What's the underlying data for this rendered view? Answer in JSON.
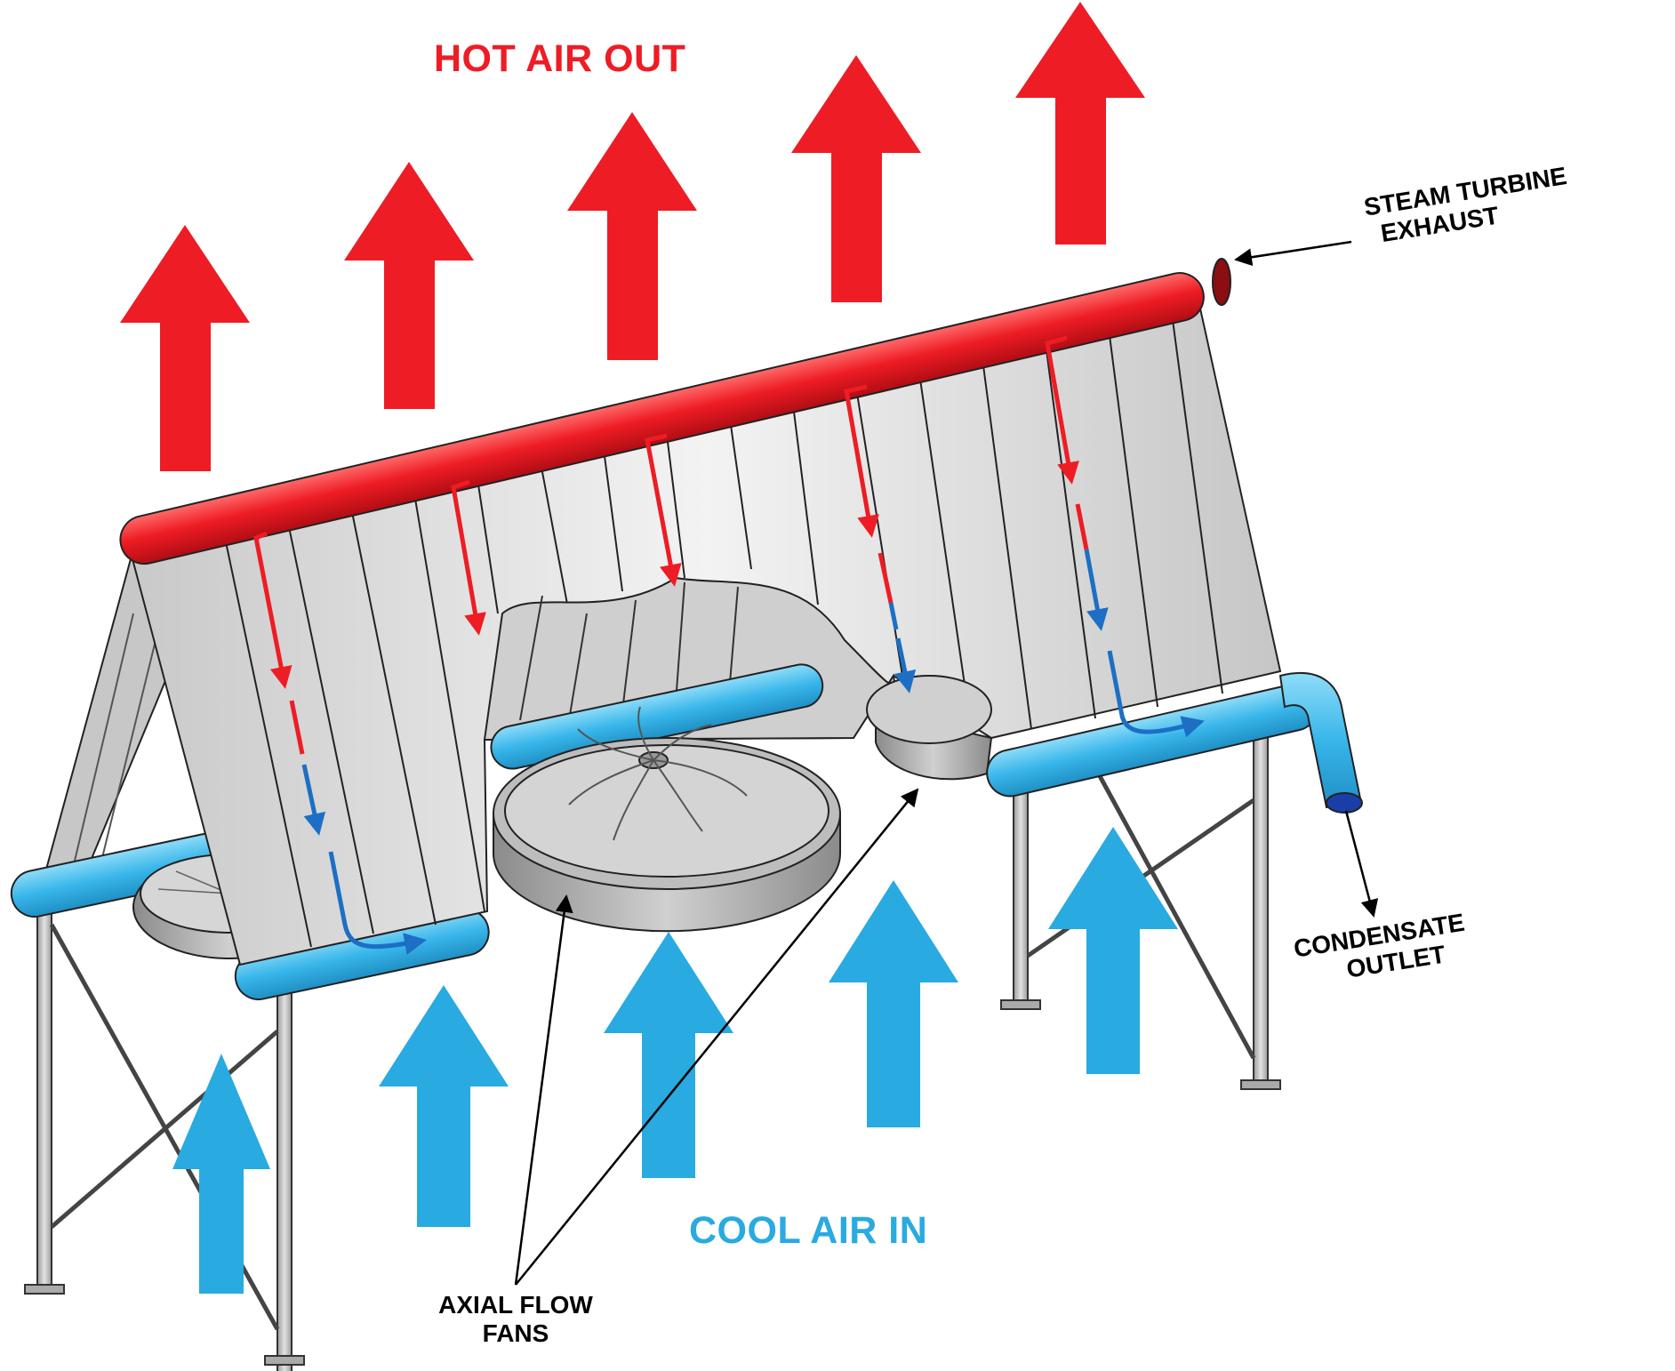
{
  "labels": {
    "hot_air_out": "HOT AIR OUT",
    "cool_air_in": "COOL AIR IN",
    "steam_turbine_line1": "STEAM TURBINE",
    "steam_turbine_line2": "EXHAUST",
    "condensate_line1": "CONDENSATE",
    "condensate_line2": "OUTLET",
    "fans_line1": "AXIAL FLOW",
    "fans_line2": "FANS"
  },
  "colors": {
    "hot": "#ee1c24",
    "cool": "#29aae1",
    "condensate_flow": "#1c6fc4",
    "fin_panel": "#dedede",
    "steel": "#b7b7b7",
    "fan": "#a9a9a9",
    "outline": "#222222"
  }
}
